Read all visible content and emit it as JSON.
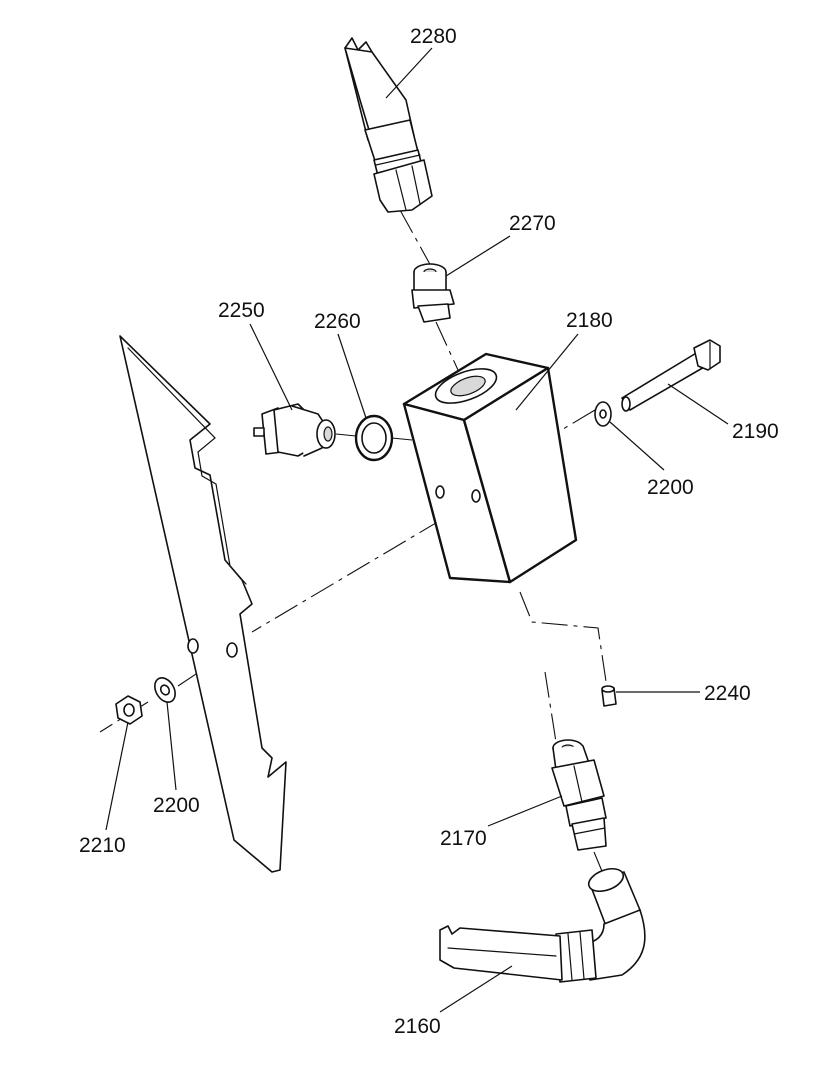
{
  "callouts": {
    "c2280": "2280",
    "c2270": "2270",
    "c2250": "2250",
    "c2260": "2260",
    "c2180": "2180",
    "c2190": "2190",
    "c2200_right": "2200",
    "c2240": "2240",
    "c2200_left": "2200",
    "c2210": "2210",
    "c2170": "2170",
    "c2160": "2160"
  },
  "colors": {
    "line": "#111111",
    "background": "#ffffff"
  }
}
